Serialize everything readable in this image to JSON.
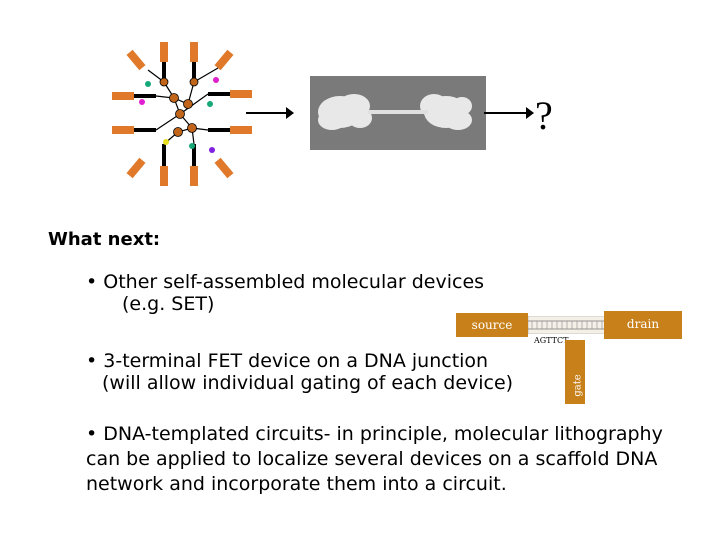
{
  "heading": "What next:",
  "question_mark": "?",
  "bullets": {
    "b1_line1": "• Other self-assembled molecular devices",
    "b1_line2": "(e.g. SET)",
    "b2_line1": "• 3-terminal FET device on a DNA junction",
    "b2_line2": "(will allow individual gating of each device)",
    "b3": "• DNA-templated  circuits- in principle, molecular lithography can be applied to localize several devices on a scaffold DNA network and incorporate them into a circuit."
  },
  "fet_diagram": {
    "source_label": "source",
    "drain_label": "drain",
    "gate_label": "gate",
    "sequence_label": "AGTTCT"
  },
  "colors": {
    "electrode": "#c8801a",
    "dna_node": "#c0651a",
    "micrograph_bg": "#7a7a7a"
  }
}
